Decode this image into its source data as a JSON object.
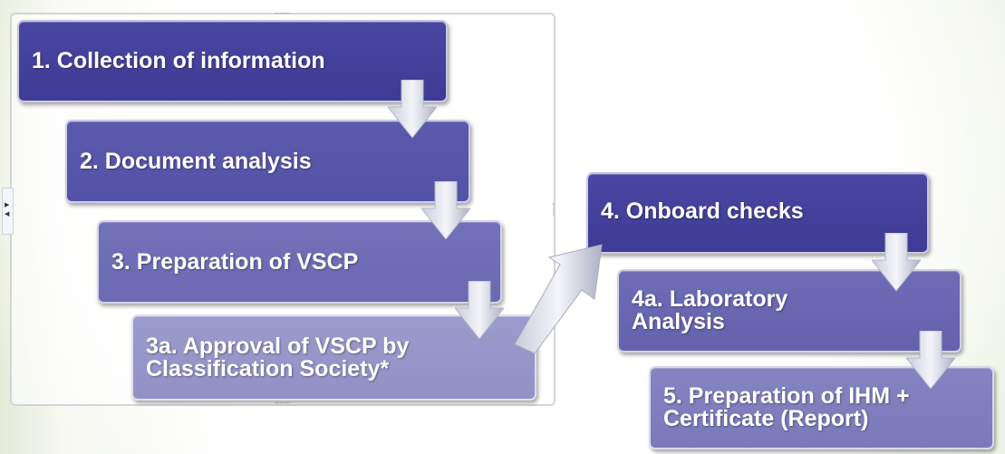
{
  "diagram": {
    "type": "process-flow",
    "steps": [
      {
        "id": "1",
        "label": "1. Collection of information",
        "color": "#423f9b"
      },
      {
        "id": "2",
        "label": "2. Document analysis",
        "color": "#5855a9"
      },
      {
        "id": "3",
        "label": "3. Preparation of VSCP",
        "color": "#6f6db5"
      },
      {
        "id": "3a",
        "label": "3a. Approval of VSCP by Classification Society*",
        "color": "#9896c9"
      },
      {
        "id": "4",
        "label": "4. Onboard checks",
        "color": "#423f9b"
      },
      {
        "id": "4a",
        "label": "4a. Laboratory Analysis",
        "color": "#6967b1"
      },
      {
        "id": "5",
        "label": "5. Preparation of IHM + Certificate (Report)",
        "color": "#807ebd"
      }
    ],
    "connections": [
      {
        "from": "1",
        "to": "2",
        "icon": "arrow-down-icon"
      },
      {
        "from": "2",
        "to": "3",
        "icon": "arrow-down-icon"
      },
      {
        "from": "3",
        "to": "3a",
        "icon": "arrow-down-icon"
      },
      {
        "from": "3a",
        "to": "4",
        "icon": "arrow-up-right-icon"
      },
      {
        "from": "4",
        "to": "4a",
        "icon": "arrow-down-icon"
      },
      {
        "from": "4a",
        "to": "5",
        "icon": "arrow-down-icon"
      }
    ]
  },
  "expand_tab": {
    "icon_top": "▶",
    "icon_bottom": "◀"
  }
}
